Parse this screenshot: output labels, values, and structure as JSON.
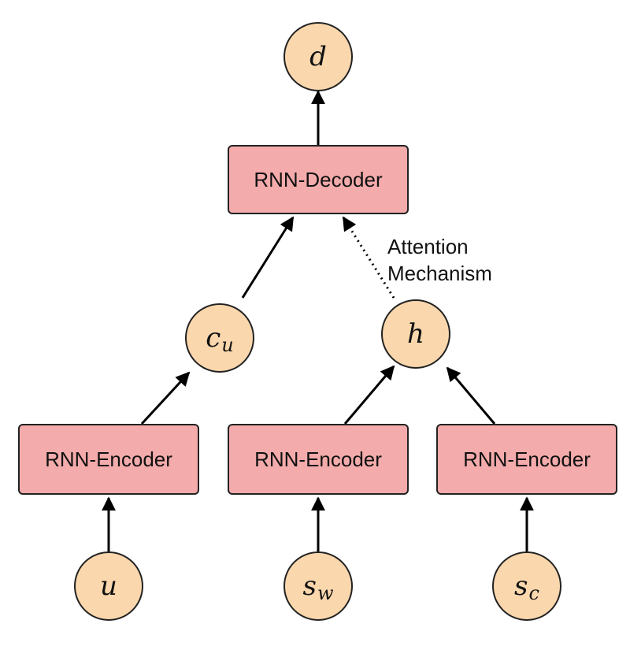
{
  "colors": {
    "block_fill": "#f4abab",
    "node_fill": "#fad7ad",
    "stroke": "#222222"
  },
  "blocks": {
    "decoder": "RNN-Decoder",
    "encoder_u": "RNN-Encoder",
    "encoder_sw": "RNN-Encoder",
    "encoder_sc": "RNN-Encoder"
  },
  "nodes": {
    "d": {
      "main": "d",
      "sub": ""
    },
    "cu": {
      "main": "c",
      "sub": "u"
    },
    "h": {
      "main": "h",
      "sub": ""
    },
    "u": {
      "main": "u",
      "sub": ""
    },
    "sw": {
      "main": "s",
      "sub": "w"
    },
    "sc": {
      "main": "s",
      "sub": "c"
    }
  },
  "annotation": {
    "line1": "Attention",
    "line2": "Mechanism"
  }
}
